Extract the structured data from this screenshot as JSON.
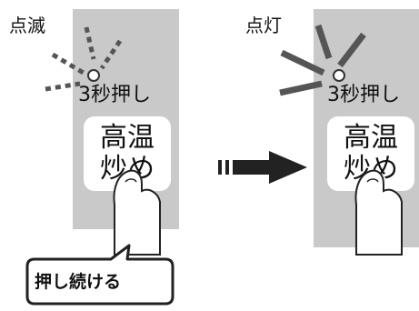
{
  "left_panel": {
    "state_label": "点滅",
    "hold_text": "3秒押し",
    "button_line1": "高温",
    "button_line2": "炒め"
  },
  "right_panel": {
    "state_label": "点灯",
    "hold_text": "3秒押し",
    "button_line1": "高温",
    "button_line2": "炒め"
  },
  "callout": {
    "text": "押し続ける"
  },
  "colors": {
    "panel": "#c9c9c9",
    "ray": "#555555",
    "arrow": "#222222"
  },
  "icons": [
    "blink-rays-icon",
    "lit-rays-icon",
    "finger-icon",
    "right-arrow-icon",
    "speech-bubble-icon"
  ]
}
